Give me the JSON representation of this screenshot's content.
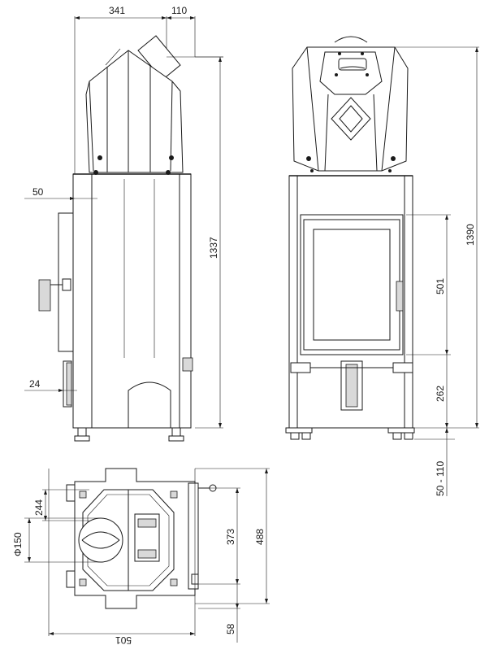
{
  "dimensions": {
    "top_width": "341",
    "top_flue": "110",
    "side_left_offset": "50",
    "side_height": "1337",
    "side_bottom_offset": "24",
    "front_total_height": "1390",
    "front_door_height": "501",
    "front_lower_height": "262",
    "front_feet": "50 - 110",
    "plan_244": "244",
    "plan_diameter": "Φ150",
    "plan_373": "373",
    "plan_488": "488",
    "plan_58": "58",
    "plan_501": "501"
  }
}
